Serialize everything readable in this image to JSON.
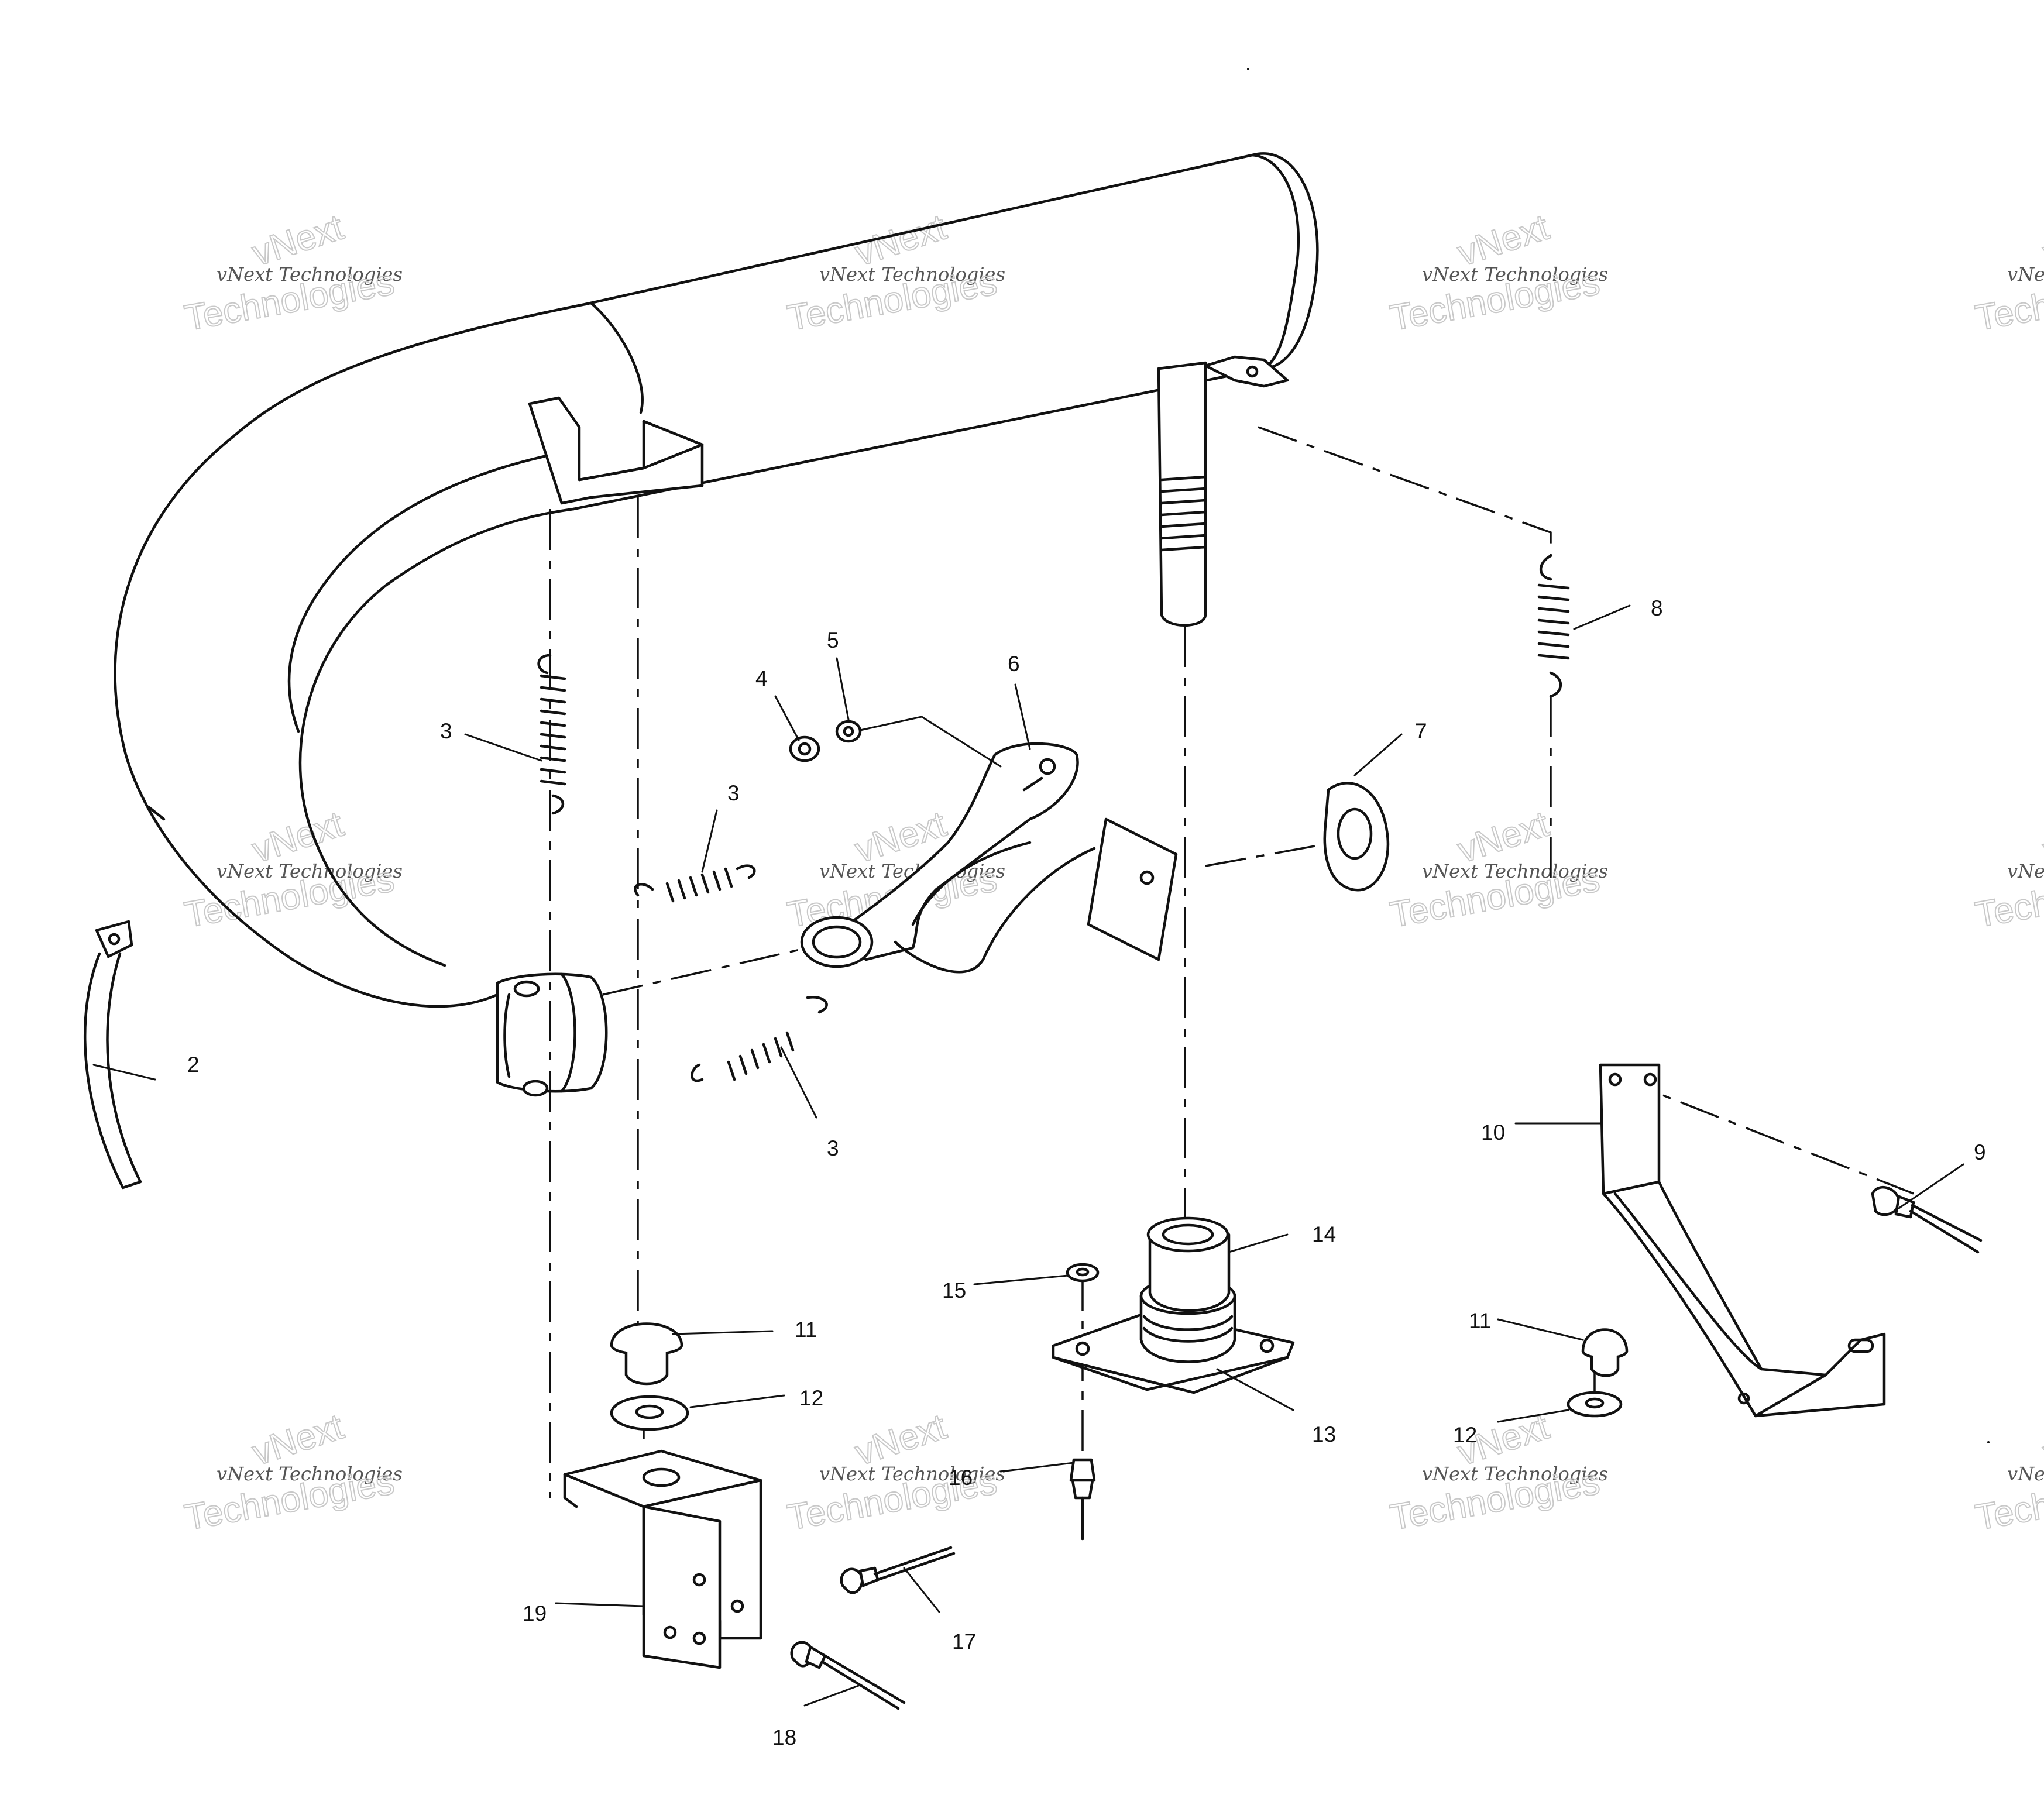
{
  "callouts": [
    {
      "id": "c2",
      "label": "2"
    },
    {
      "id": "c3a",
      "label": "3"
    },
    {
      "id": "c3b",
      "label": "3"
    },
    {
      "id": "c3c",
      "label": "3"
    },
    {
      "id": "c4",
      "label": "4"
    },
    {
      "id": "c5",
      "label": "5"
    },
    {
      "id": "c6",
      "label": "6"
    },
    {
      "id": "c7",
      "label": "7"
    },
    {
      "id": "c8",
      "label": "8"
    },
    {
      "id": "c9",
      "label": "9"
    },
    {
      "id": "c10",
      "label": "10"
    },
    {
      "id": "c11a",
      "label": "11"
    },
    {
      "id": "c11b",
      "label": "11"
    },
    {
      "id": "c12a",
      "label": "12"
    },
    {
      "id": "c12b",
      "label": "12"
    },
    {
      "id": "c13",
      "label": "13"
    },
    {
      "id": "c14",
      "label": "14"
    },
    {
      "id": "c15",
      "label": "15"
    },
    {
      "id": "c16",
      "label": "16"
    },
    {
      "id": "c17",
      "label": "17"
    },
    {
      "id": "c18",
      "label": "18"
    },
    {
      "id": "c19",
      "label": "19"
    }
  ],
  "watermark": {
    "line1": "vNext Technologies",
    "line2": "vNext",
    "line3": "Technologies"
  }
}
